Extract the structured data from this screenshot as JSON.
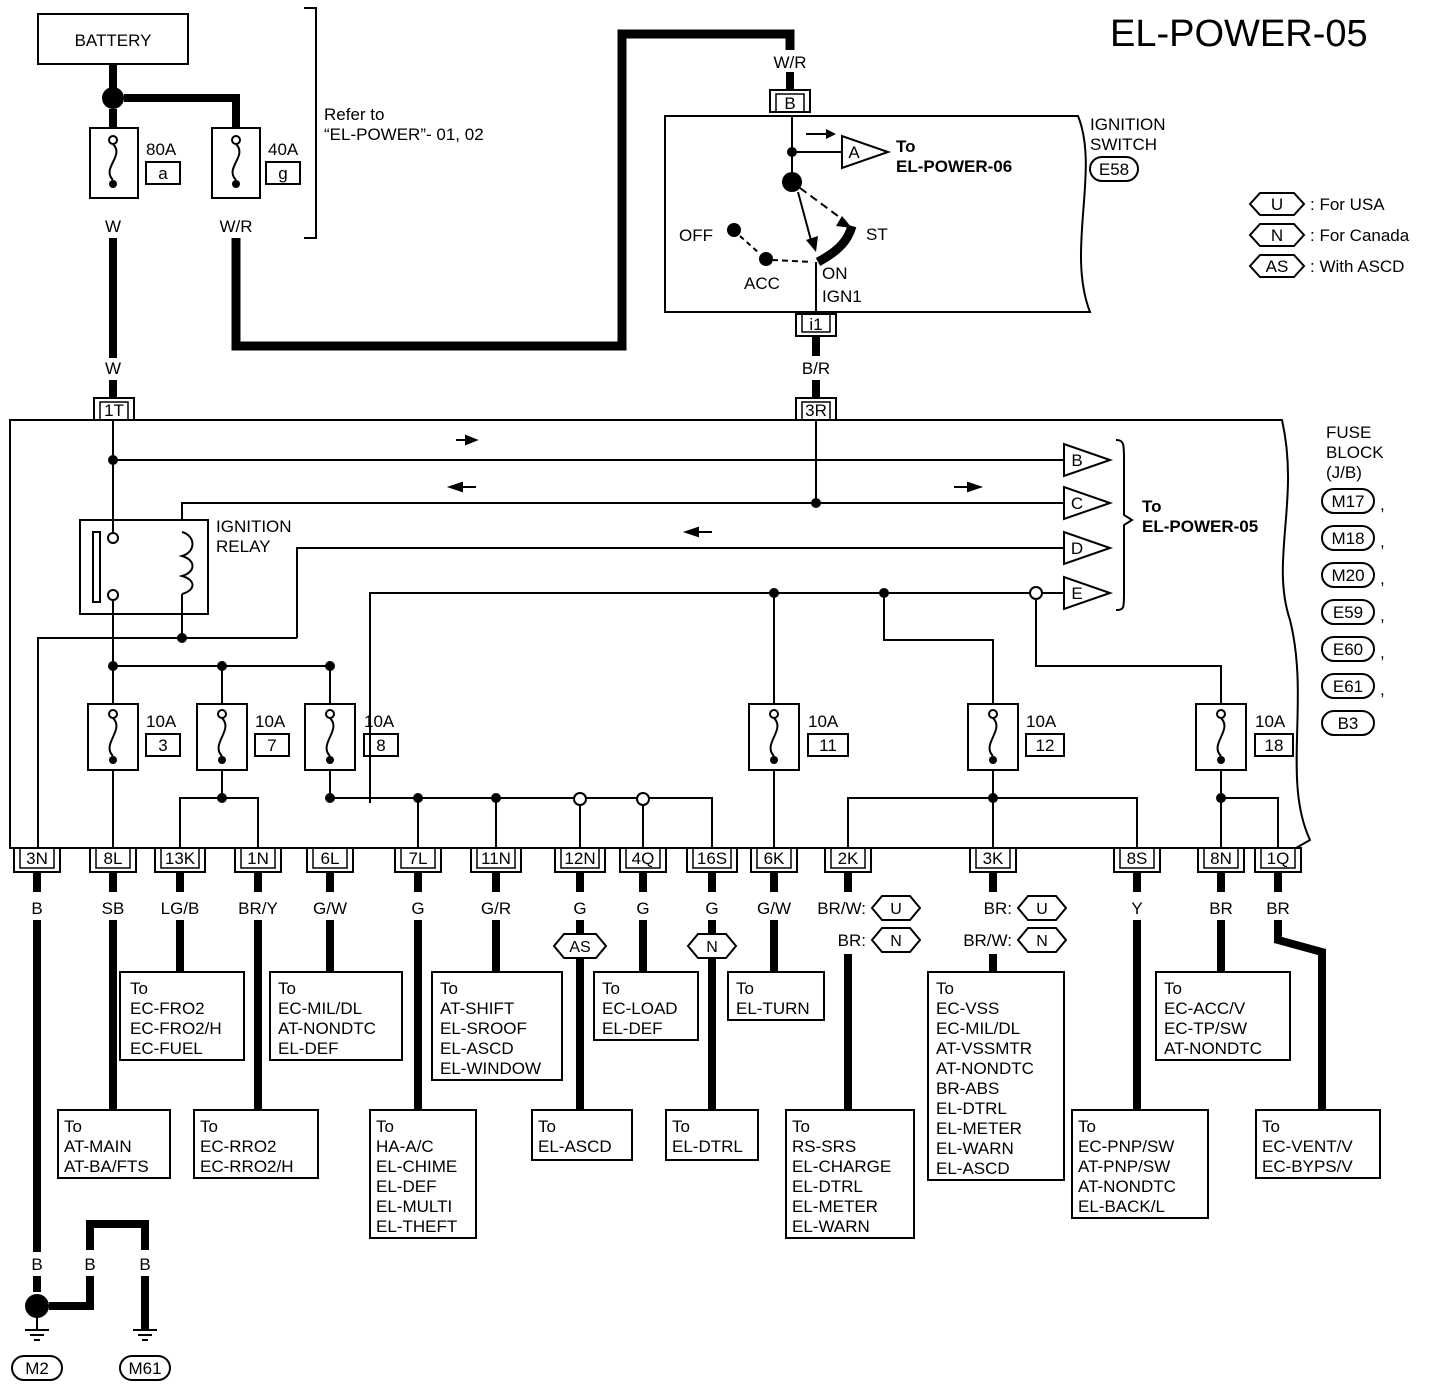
{
  "title": "EL-POWER-05",
  "battery": {
    "label": "BATTERY"
  },
  "refer": {
    "line1": "Refer to",
    "line2": "“EL-POWER”- 01, 02"
  },
  "top_fuses": [
    {
      "amp": "80A",
      "id": "a",
      "wire": "W"
    },
    {
      "amp": "40A",
      "id": "g",
      "wire": "W/R"
    }
  ],
  "ignition_switch": {
    "title_line1": "IGNITION",
    "title_line2": "SWITCH",
    "connector": "E58",
    "in_wire": "W/R",
    "in_terminal": "B",
    "out_terminal": "i1",
    "out_wire": "B/R",
    "to_connector": "A",
    "to_line1": "To",
    "to_line2": "EL-POWER-06",
    "positions": {
      "off": "OFF",
      "acc": "ACC",
      "on": "ON",
      "ign": "IGN1",
      "st": "ST"
    }
  },
  "legend": [
    {
      "code": "U",
      "text": ": For USA"
    },
    {
      "code": "N",
      "text": ": For Canada"
    },
    {
      "code": "AS",
      "text": ": With ASCD"
    }
  ],
  "fuse_block": {
    "title_line1": "FUSE",
    "title_line2": "BLOCK",
    "title_line3": "(J/B)",
    "connectors": [
      "M17",
      "M18",
      "M20",
      "E59",
      "E60",
      "E61",
      "B3"
    ],
    "in_wires": [
      {
        "terminal": "1T",
        "wire": "W"
      },
      {
        "terminal": "3R",
        "wire": "B/R"
      }
    ],
    "relay_line1": "IGNITION",
    "relay_line2": "RELAY",
    "to_connectors": [
      "B",
      "C",
      "D",
      "E"
    ],
    "to_line1": "To",
    "to_line2": "EL-POWER-05",
    "fuses": [
      {
        "amp": "10A",
        "num": "3"
      },
      {
        "amp": "10A",
        "num": "7"
      },
      {
        "amp": "10A",
        "num": "8"
      },
      {
        "amp": "10A",
        "num": "11"
      },
      {
        "amp": "10A",
        "num": "12"
      },
      {
        "amp": "10A",
        "num": "18"
      }
    ]
  },
  "outputs": [
    {
      "terminal": "3N",
      "wire": "B"
    },
    {
      "terminal": "8L",
      "wire": "SB"
    },
    {
      "terminal": "13K",
      "wire": "LG/B"
    },
    {
      "terminal": "1N",
      "wire": "BR/Y"
    },
    {
      "terminal": "6L",
      "wire": "G/W"
    },
    {
      "terminal": "7L",
      "wire": "G"
    },
    {
      "terminal": "11N",
      "wire": "G/R"
    },
    {
      "terminal": "12N",
      "wire": "G"
    },
    {
      "terminal": "4Q",
      "wire": "G"
    },
    {
      "terminal": "16S",
      "wire": "G"
    },
    {
      "terminal": "6K",
      "wire": "G/W"
    },
    {
      "terminal": "2K",
      "wire": "BR/W:",
      "wire2": "BR:"
    },
    {
      "terminal": "3K",
      "wire": "BR:",
      "wire2": "BR/W:"
    },
    {
      "terminal": "8S",
      "wire": "Y"
    },
    {
      "terminal": "8N",
      "wire": "BR"
    },
    {
      "terminal": "1Q",
      "wire": "BR"
    }
  ],
  "option_tags": {
    "t12n": "AS",
    "t16s": "N",
    "t2k_a": "U",
    "t2k_b": "N",
    "t3k_a": "U",
    "t3k_b": "N"
  },
  "destinations": [
    {
      "lines": [
        "To",
        "EC-FRO2",
        "EC-FRO2/H",
        "EC-FUEL"
      ]
    },
    {
      "lines": [
        "To",
        "EC-MIL/DL",
        "AT-NONDTC",
        "EL-DEF"
      ]
    },
    {
      "lines": [
        "To",
        "AT-SHIFT",
        "EL-SROOF",
        "EL-ASCD",
        "EL-WINDOW"
      ]
    },
    {
      "lines": [
        "To",
        "EC-LOAD",
        "EL-DEF"
      ]
    },
    {
      "lines": [
        "To",
        "EL-TURN"
      ]
    },
    {
      "lines": [
        "To",
        "EC-VSS",
        "EC-MIL/DL",
        "AT-VSSMTR",
        "AT-NONDTC",
        "BR-ABS",
        "EL-DTRL",
        "EL-METER",
        "EL-WARN",
        "EL-ASCD"
      ]
    },
    {
      "lines": [
        "To",
        "EC-ACC/V",
        "EC-TP/SW",
        "AT-NONDTC"
      ]
    },
    {
      "lines": [
        "To",
        "AT-MAIN",
        "AT-BA/FTS"
      ]
    },
    {
      "lines": [
        "To",
        "EC-RRO2",
        "EC-RRO2/H"
      ]
    },
    {
      "lines": [
        "To",
        "HA-A/C",
        "EL-CHIME",
        "EL-DEF",
        "EL-MULTI",
        "EL-THEFT"
      ]
    },
    {
      "lines": [
        "To",
        "EL-ASCD"
      ]
    },
    {
      "lines": [
        "To",
        "EL-DTRL"
      ]
    },
    {
      "lines": [
        "To",
        "RS-SRS",
        "EL-CHARGE",
        "EL-DTRL",
        "EL-METER",
        "EL-WARN"
      ]
    },
    {
      "lines": [
        "To",
        "EC-PNP/SW",
        "AT-PNP/SW",
        "AT-NONDTC",
        "EL-BACK/L"
      ]
    },
    {
      "lines": [
        "To",
        "EC-VENT/V",
        "EC-BYPS/V"
      ]
    }
  ],
  "ground": {
    "wires": [
      "B",
      "B",
      "B"
    ],
    "points": [
      "M2",
      "M61"
    ]
  }
}
